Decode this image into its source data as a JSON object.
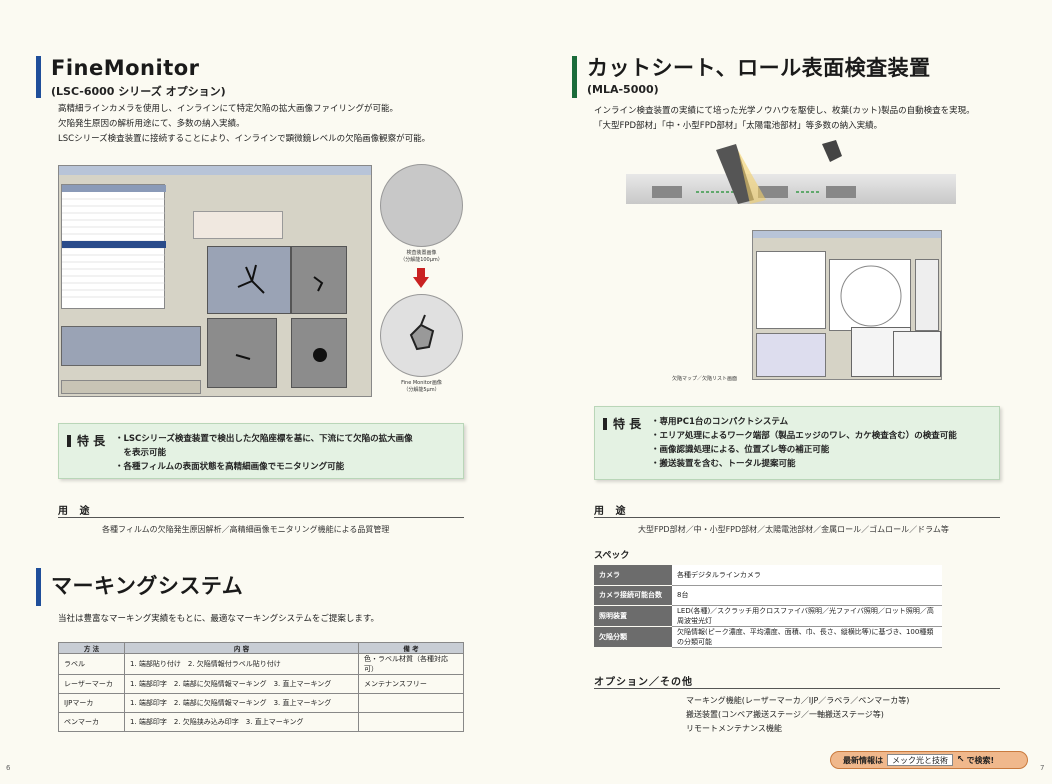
{
  "left": {
    "fine_monitor": {
      "title": "FineMonitor",
      "subtitle": "(LSC-6000 シリーズ オプション)",
      "desc": [
        "高精細ラインカメラを使用し、インラインにて特定欠陥の拡大画像ファイリングが可能。",
        "欠陥発生原因の解析用途にて、多数の納入実績。",
        "LSCシリーズ検査装置に接続することにより、インラインで顕微鏡レベルの欠陥画像観察が可能。"
      ],
      "caption_top": [
        "検査装置画像",
        "（分解能100μm）"
      ],
      "caption_bottom": [
        "Fine Monitor画像",
        "（分解能5μm）"
      ],
      "feature_label": "特 長",
      "features": [
        "・LSCシリーズ検査装置で検出した欠陥座標を基に、下流にて欠陥の拡大画像",
        "　を表示可能",
        "・各種フィルムの表面状態を高精細画像でモニタリング可能"
      ],
      "usage_head": "用 途",
      "usage_text": "各種フィルムの欠陥発生原因解析／高精細画像モニタリング機能による品質管理"
    },
    "marking": {
      "title": "マーキングシステム",
      "desc": "当社は豊富なマーキング実績をもとに、最適なマーキングシステムをご提案します。",
      "headers": [
        "方 法",
        "内 容",
        "備 考"
      ],
      "rows": [
        [
          "ラベル",
          "1. 端部貼り付け　2. 欠陥情報付ラベル貼り付け",
          "色・ラベル材質（各種対応可）"
        ],
        [
          "レーザーマーカ",
          "1. 端部印字　2. 端部に欠陥情報マーキング　3. 直上マーキング",
          "メンテナンスフリー"
        ],
        [
          "IJPマーカ",
          "1. 端部印字　2. 端部に欠陥情報マーキング　3. 直上マーキング",
          ""
        ],
        [
          "ペンマーカ",
          "1. 端部印字　2. 欠陥挟み込み印字　3. 直上マーキング",
          ""
        ]
      ]
    },
    "page_number": "6"
  },
  "right": {
    "cut_sheet": {
      "title": "カットシート、ロール表面検査装置",
      "subtitle": "(MLA-5000)",
      "desc": [
        "インライン検査装置の実績にて培った光学ノウハウを駆使し、枚葉(カット)製品の自動検査を実現。",
        "「大型FPD部材」「中・小型FPD部材」「太陽電池部材」等多数の納入実績。"
      ],
      "screen_caption": "欠陥マップ／欠陥リスト画面",
      "feature_label": "特 長",
      "features": [
        "・専用PC1台のコンパクトシステム",
        "・エリア処理によるワーク端部（製品エッジのワレ、カケ検査含む）の検査可能",
        "・画像認識処理による、位置ズレ等の補正可能",
        "・搬送装置を含む、トータル提案可能"
      ],
      "usage_head": "用 途",
      "usage_text": "大型FPD部材／中・小型FPD部材／太陽電池部材／金属ロール／ゴムロール／ドラム等",
      "spec_head": "スペック",
      "spec": [
        [
          "カメラ",
          "各種デジタルラインカメラ"
        ],
        [
          "カメラ接続可能台数",
          "8台"
        ],
        [
          "照明装置",
          "LED(各種)／スクラッチ用クロスファイバ照明／光ファイバ照明／ロット照明／高周波蛍光灯"
        ],
        [
          "欠陥分類",
          "欠陥情報(ピーク濃度、平均濃度、面積、巾、長さ、縦横比等)に基づき、100種類の分類可能"
        ]
      ],
      "options_head": "オプション／その他",
      "options": [
        "マーキング機能(レーザーマーカ／IJP／ラベラ／ペンマーカ等)",
        "搬送装置(コンベア搬送ステージ／一軸搬送ステージ等)",
        "リモートメンテナンス機能"
      ]
    },
    "search": {
      "prefix": "最新情報は",
      "query": "メック光と技術",
      "suffix": "で検索!"
    },
    "page_number": "7"
  },
  "colors": {
    "accent_blue": "#1f4e9a",
    "accent_green": "#1a6b3a",
    "feature_bg": "#e4f2e3",
    "search_pill": "#f0b88c"
  }
}
